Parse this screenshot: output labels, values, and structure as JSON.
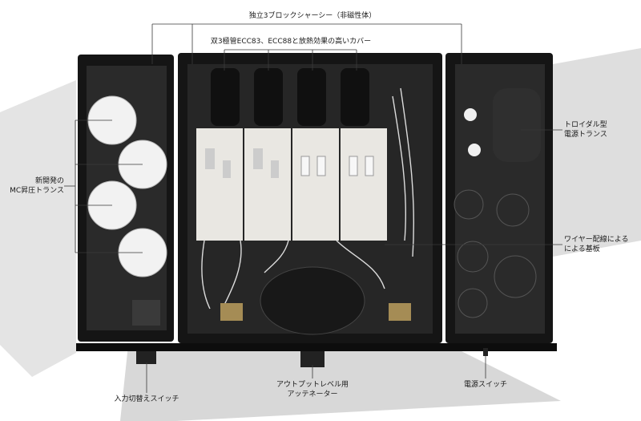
{
  "labels": {
    "chassis": "独立3ブロックシャーシー（非磁性体）",
    "tubes": "双3極管ECC83、ECC88と放熱効果の高いカバー",
    "mc_trans_line1": "新開発の",
    "mc_trans_line2": "MC昇圧トランス",
    "toroidal_line1": "トロイダル型",
    "toroidal_line2": "電源トランス",
    "wiring_line1": "ワイヤー配線による",
    "wiring_line2": "による基板",
    "input_switch": "入力切替えスイッチ",
    "attenuator_line1": "アウトプットレベル用",
    "attenuator_line2": "アッテネーター",
    "power_switch": "電源スイッチ"
  },
  "colors": {
    "chassis": "#151515",
    "transformer": "#f2f2f2",
    "board": "#e9e7e2",
    "capacitor": "#2a2a2a"
  }
}
